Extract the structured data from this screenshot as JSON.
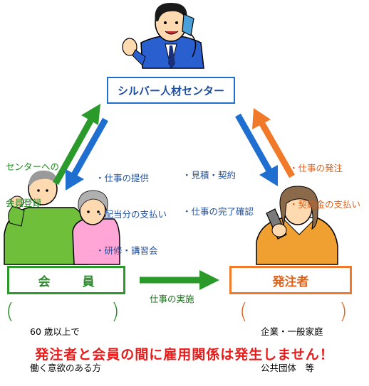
{
  "center_label": "シルバー人材センター",
  "member_label": "会　員",
  "client_label": "発注者",
  "member_desc": [
    "60 歳以上で",
    "働く意欲のある方"
  ],
  "client_desc": [
    "企業・一般家庭",
    "公共団体　等"
  ],
  "register_label": [
    "センターへの",
    "会員登録"
  ],
  "center_to_member": [
    "・仕事の提供",
    "・配当分の支払い",
    "・研修・講習会"
  ],
  "center_to_client": [
    "・見積・契約",
    "・仕事の完了確認"
  ],
  "client_to_center": [
    "・仕事の発注",
    "・契約金の支払い"
  ],
  "member_to_client": "仕事の実施",
  "notice": "発注者と会員の間に雇用関係は発生しません！",
  "colors": {
    "blue": "#1e6fd0",
    "green": "#2a9a2a",
    "orange": "#f07a2a",
    "red": "#e81a1a"
  }
}
